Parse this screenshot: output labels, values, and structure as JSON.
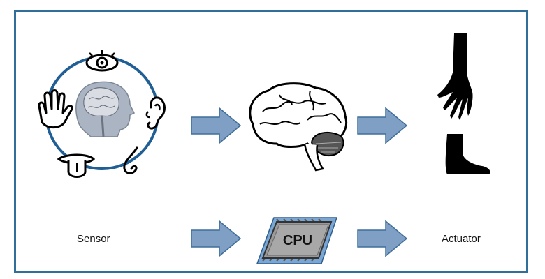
{
  "labels": {
    "sensor": "Sensor",
    "cpu": "CPU",
    "actuator": "Actuator"
  },
  "colors": {
    "frame": "#2f6f9a",
    "arrow_fill": "#7f9fc5",
    "arrow_stroke": "#3f6e9a",
    "chip_body": "#999999",
    "chip_base": "#7aa6d3"
  },
  "icons": [
    "eye-icon",
    "hand-icon",
    "ear-icon",
    "tongue-icon",
    "nose-icon",
    "brain-head-icon",
    "brain-icon",
    "arm-hand-icon",
    "foot-icon",
    "cpu-chip-icon"
  ]
}
